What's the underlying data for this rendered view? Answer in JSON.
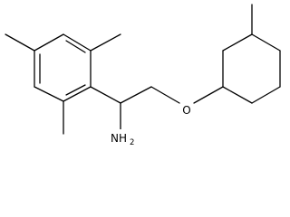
{
  "labels": {
    "oxygen": "O",
    "amine": "NH",
    "amine_subscript": "2"
  }
}
